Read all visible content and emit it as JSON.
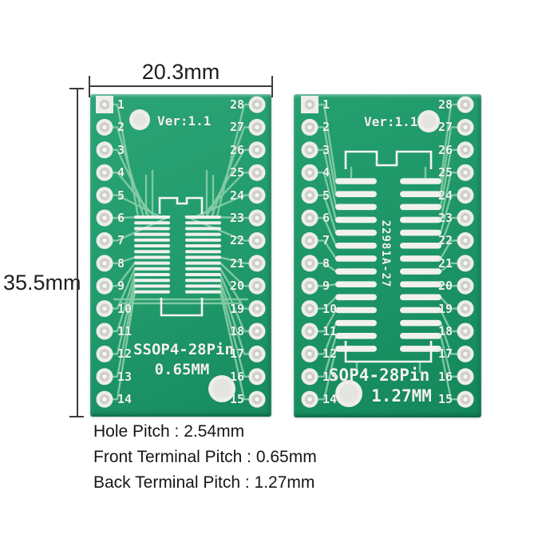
{
  "dimensions": {
    "width_label": "20.3mm",
    "height_label": "35.5mm"
  },
  "boards": [
    {
      "name": "SSOP adapter side",
      "version_label": "Ver:1.1",
      "footprint_label": "SSOP4-28Pin",
      "pitch_label": "0.65MM",
      "left_pins": [
        "1",
        "2",
        "3",
        "4",
        "5",
        "6",
        "7",
        "8",
        "9",
        "10",
        "11",
        "12",
        "13",
        "14"
      ],
      "right_pins": [
        "28",
        "27",
        "26",
        "25",
        "24",
        "23",
        "22",
        "21",
        "20",
        "19",
        "18",
        "17",
        "16",
        "15"
      ]
    },
    {
      "name": "SOP adapter side",
      "version_label": "Ver:1.1",
      "part_number_label": "22981A-27",
      "footprint_label": "SOP4-28Pin",
      "pitch_label": "1.27MM",
      "left_pins": [
        "1",
        "2",
        "3",
        "4",
        "5",
        "6",
        "7",
        "8",
        "9",
        "10",
        "11",
        "12",
        "13",
        "14"
      ],
      "right_pins": [
        "28",
        "27",
        "26",
        "25",
        "24",
        "23",
        "22",
        "21",
        "20",
        "19",
        "18",
        "17",
        "16",
        "15"
      ]
    }
  ],
  "specs": [
    "Hole Pitch : 2.54mm",
    "Front Terminal Pitch : 0.65mm",
    "Back Terminal Pitch : 1.27mm"
  ],
  "colors": {
    "board_green_a": "#219a6c",
    "board_green_b": "#1c9466",
    "trace_green": "#84cba4",
    "pad_silver": "#edede9",
    "pad_ring": "#cfcfca",
    "pad_hole": "#f7f7f5",
    "silkscreen": "#f5f5f2",
    "annotation": "#1e1e1e"
  }
}
